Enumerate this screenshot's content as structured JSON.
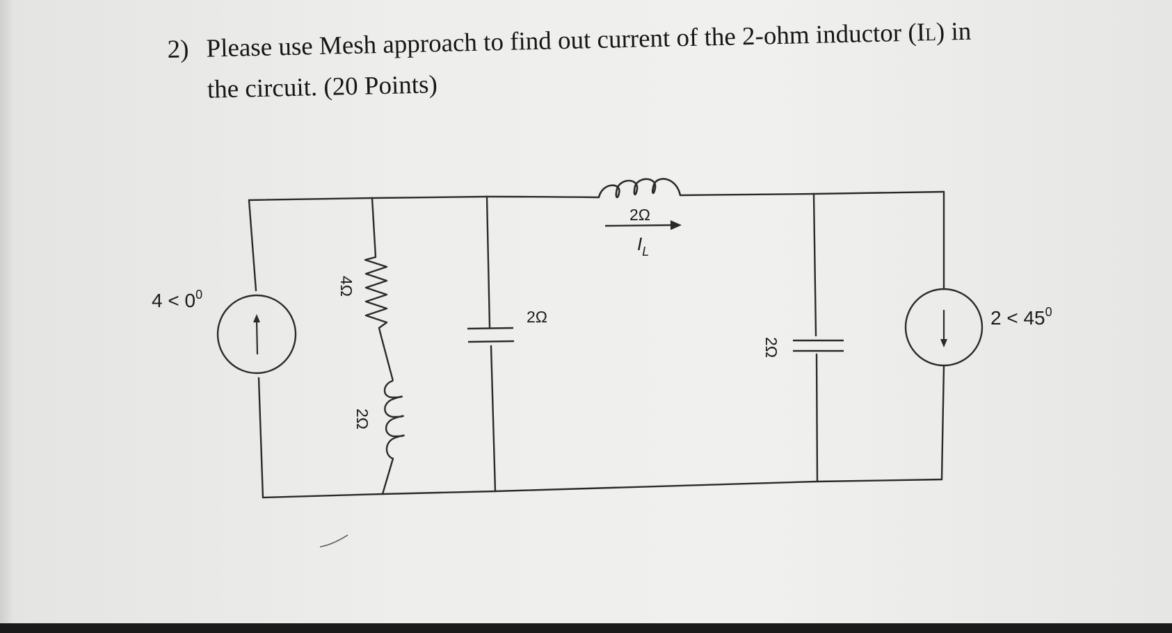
{
  "question": {
    "number": "2)",
    "line1": "Please use Mesh approach to find out current of the 2-ohm inductor (I",
    "subscript": "L",
    "line1_end": ") in",
    "line2": "the circuit. (20 Points)"
  },
  "circuit": {
    "left_source_label": "4 < 0",
    "left_source_sup": "0",
    "right_source_label": "2 < 45",
    "right_source_sup": "0",
    "resistor_label": "4Ω",
    "series_inductor_label": "2Ω",
    "cap1_label": "2Ω",
    "top_inductor_label": "2Ω",
    "current_label": "I",
    "current_sub": "L",
    "cap2_label": "2Ω"
  }
}
